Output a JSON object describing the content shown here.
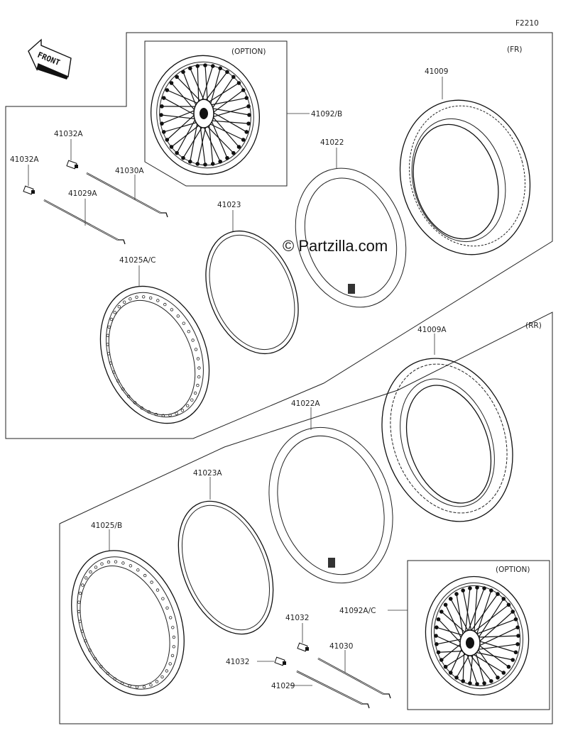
{
  "figure_id": "F2210",
  "watermark": "© Partzilla.com",
  "front_label": "FRONT",
  "sections": {
    "front": {
      "label": "(FR)",
      "option_label": "(OPTION)",
      "parts": {
        "tire": "41009",
        "wheel_assy": "41092/B",
        "tube": "41022",
        "rim_band": "41023",
        "rim": "41025A/C",
        "spoke_nipple_a": "41032A",
        "spoke_nipple_b": "41032A",
        "spoke_outer": "41030A",
        "spoke_inner": "41029A"
      }
    },
    "rear": {
      "label": "(RR)",
      "option_label": "(OPTION)",
      "parts": {
        "tire": "41009A",
        "wheel_assy": "41092A/C",
        "tube": "41022A",
        "rim_band": "41023A",
        "rim": "41025/B",
        "spoke_nipple_a": "41032",
        "spoke_nipple_b": "41032",
        "spoke_outer": "41030",
        "spoke_inner": "41029"
      }
    }
  }
}
